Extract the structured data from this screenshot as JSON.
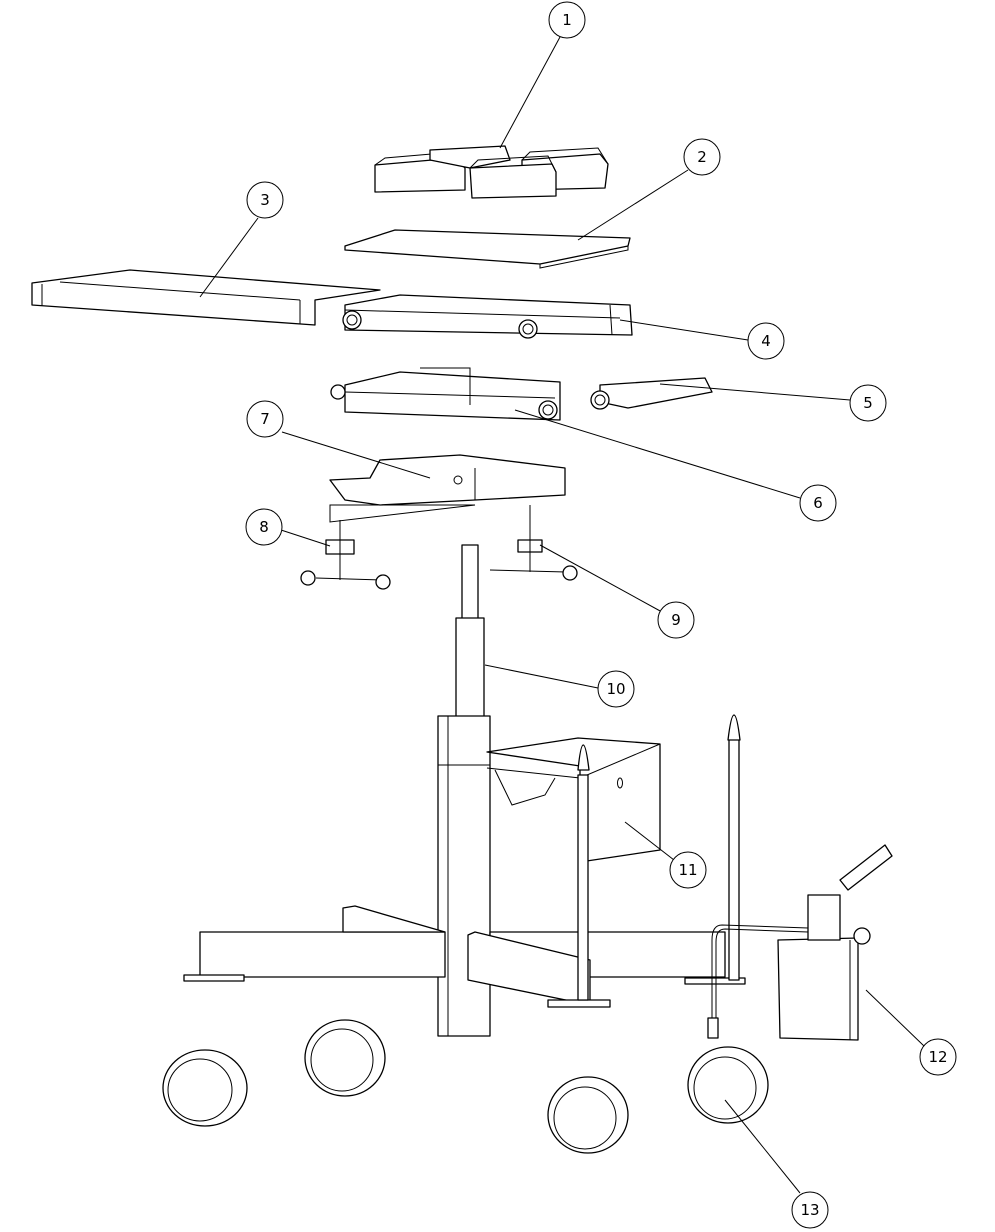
{
  "diagram": {
    "type": "exploded-assembly",
    "callouts": [
      "1",
      "2",
      "3",
      "4",
      "5",
      "6",
      "7",
      "8",
      "9",
      "10",
      "11",
      "12",
      "13"
    ],
    "line_color": "#000000",
    "background": "#ffffff"
  }
}
